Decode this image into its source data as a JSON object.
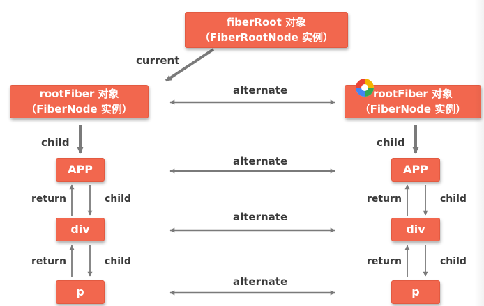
{
  "fiber_root": {
    "line1": "fiberRoot 对象",
    "line2": "（FiberRootNode 实例）"
  },
  "root_fiber_left": {
    "line1": "rootFiber 对象",
    "line2": "（FiberNode 实例）"
  },
  "root_fiber_right": {
    "line1": "rootFiber 对象",
    "line2": "（FiberNode 实例）"
  },
  "nodes": {
    "app": "APP",
    "div": "div",
    "p": "p"
  },
  "labels": {
    "current": "current",
    "alternate": "alternate",
    "child": "child",
    "return": "return"
  },
  "colors": {
    "node": "#f2674e",
    "arrow": "#7a7a7a",
    "text": "#3a3a3a"
  }
}
